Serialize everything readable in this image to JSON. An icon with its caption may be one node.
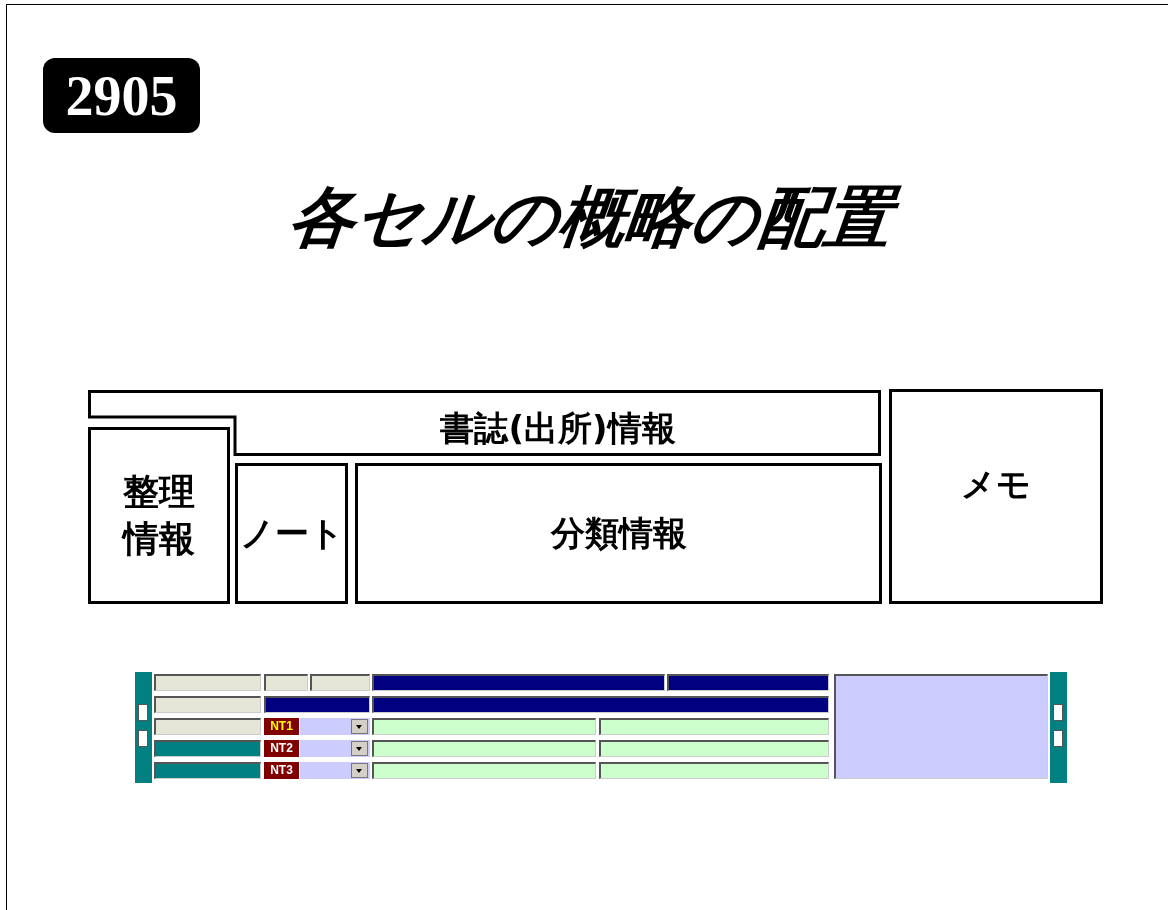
{
  "diagram": {
    "title": "各セルの概略の配置",
    "nodes": [
      {
        "text": [
          "書誌(出所)情報"
        ]
      },
      {
        "text": [
          "整理情報"
        ]
      },
      {
        "text": [
          "ノート"
        ]
      },
      {
        "text": [
          "分類情報"
        ]
      },
      {
        "text": [
          "メモ"
        ]
      }
    ],
    "edges": [],
    "labels": [
      "2905",
      "NT1",
      "NT2",
      "NT3"
    ]
  }
}
